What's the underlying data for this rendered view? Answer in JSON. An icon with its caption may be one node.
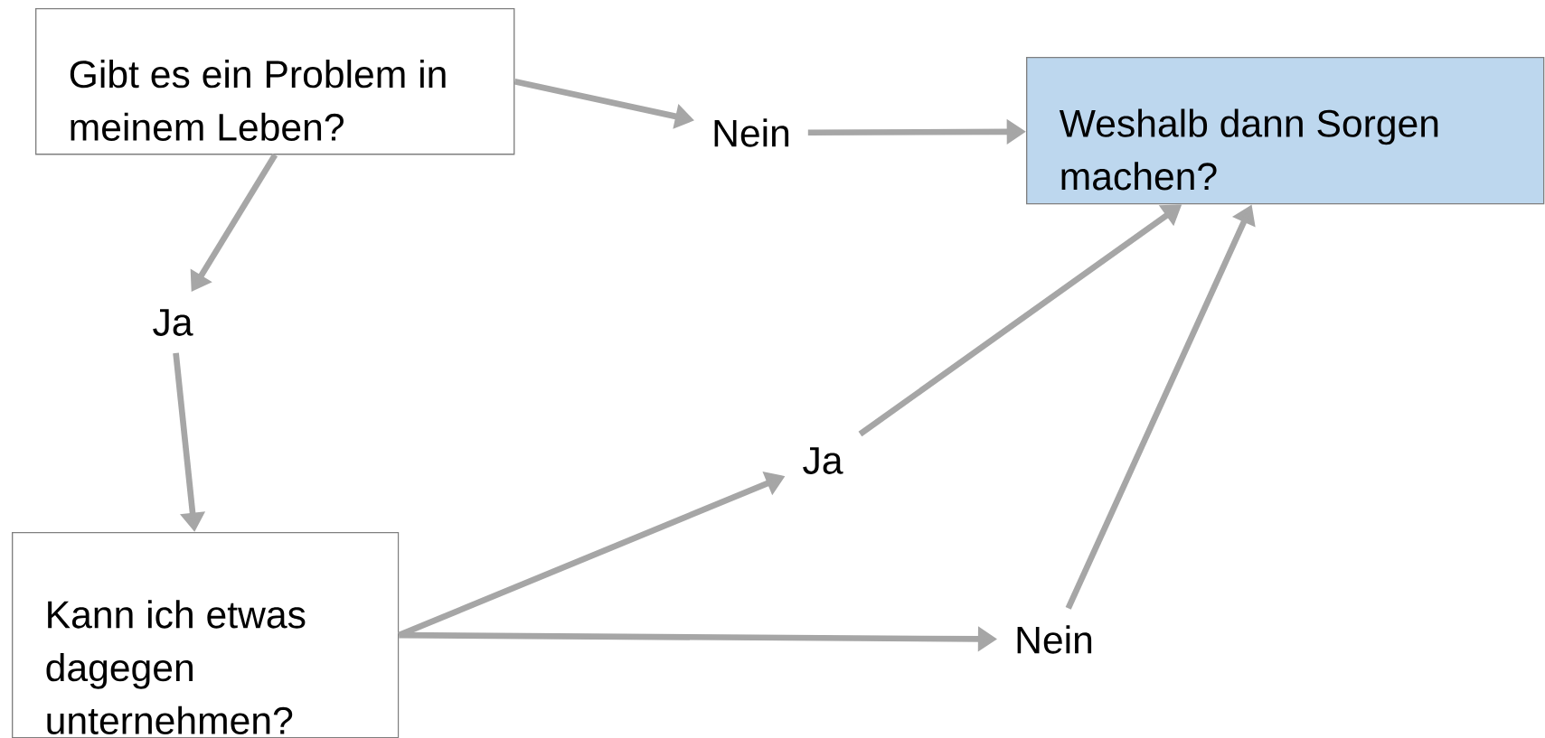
{
  "diagram": {
    "nodes": [
      {
        "text": [
          "Gibt es ein Problem in meinem Leben?"
        ]
      },
      {
        "text": [
          "Nein"
        ]
      },
      {
        "text": [
          "Weshalb dann Sorgen machen?"
        ]
      },
      {
        "text": [
          "Ja"
        ]
      },
      {
        "text": [
          "Kann ich etwas dagegen unternehmen?"
        ]
      },
      {
        "text": [
          "Ja"
        ]
      },
      {
        "text": [
          "Nein"
        ]
      }
    ],
    "edges": [
      {
        "from": 0,
        "to": 1,
        "arrow": "to"
      },
      {
        "from": 1,
        "to": 2,
        "arrow": "to"
      },
      {
        "from": 0,
        "to": 3,
        "arrow": "to"
      },
      {
        "from": 3,
        "to": 4,
        "arrow": "to"
      },
      {
        "from": 4,
        "to": 5,
        "arrow": "to"
      },
      {
        "from": 4,
        "to": 6,
        "arrow": "to"
      },
      {
        "from": 5,
        "to": 2,
        "arrow": "to"
      },
      {
        "from": 6,
        "to": 2,
        "arrow": "to"
      }
    ]
  }
}
